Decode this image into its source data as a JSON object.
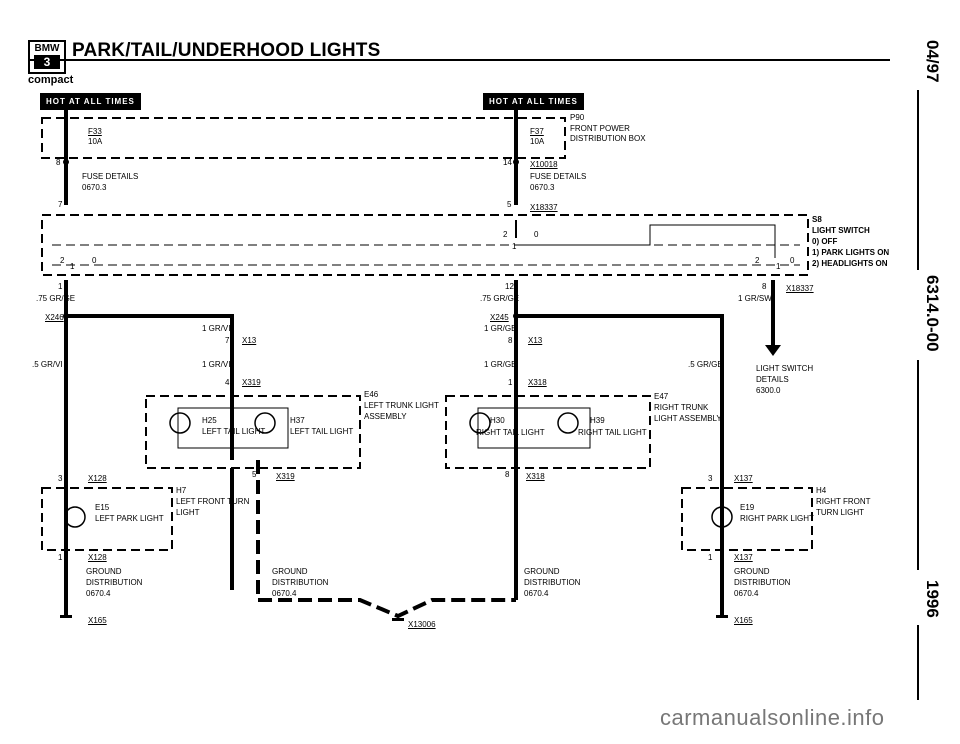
{
  "header": {
    "badge_top": "BMW",
    "badge_bottom": "3",
    "title": "PARK/TAIL/UNDERHOOD LIGHTS",
    "subtitle": "compact"
  },
  "side": {
    "date": "04/97",
    "code": "6314.0-00",
    "year": "1996"
  },
  "banners": {
    "left": "HOT AT ALL TIMES",
    "right": "HOT AT ALL TIMES"
  },
  "fuses": {
    "f33": "F33",
    "f33_rating": "10A",
    "f37": "F37",
    "f37_rating": "10A",
    "box_id": "P90",
    "box_line1": "FRONT POWER",
    "box_line2": "DISTRIBUTION BOX",
    "pin_left": "8",
    "pin_right": "14",
    "conn": "X10018",
    "fuse_details_left": "FUSE DETAILS",
    "fuse_ref_left": "0670.3",
    "fuse_details_right": "FUSE DETAILS",
    "fuse_ref_right": "0670.3"
  },
  "switch": {
    "pin7": "7",
    "pin5": "5",
    "conn_top": "X18337",
    "id": "S8",
    "name": "LIGHT SWITCH",
    "pos0": "0)  OFF",
    "pos1": "1)  PARK LIGHTS ON",
    "pos2": "2)  HEADLIGHTS ON",
    "c_left_2": "2",
    "c_left_1": "1",
    "c_left_0": "0",
    "c_mid_2": "2",
    "c_mid_1": "1",
    "c_mid_0": "0",
    "c_right_2": "2",
    "c_right_1": "1",
    "c_right_0": "0",
    "pin1": "1",
    "pin12": "12",
    "pin8": "8",
    "conn_bottom": "X18337"
  },
  "wires": {
    "left_gage": ".75 GR/GE",
    "mid_gage": ".75 GR/GE",
    "right_gage": "1 GR/SW",
    "x246": "X246",
    "x245": "X245",
    "left_branch": ".5 GR/VI",
    "gr_vi_1": "1 GR/VI",
    "gr_vi_2": "1 GR/VI",
    "gr_ge_1": "1 GR/GE",
    "gr_ge_2": "1 GR/GE",
    "right_branch": ".5 GR/GE",
    "pin7_x13": "7",
    "x13_left": "X13",
    "pin8_x13": "8",
    "x13_right": "X13",
    "pin4": "4",
    "x319_top": "X319",
    "pin1_x318": "1",
    "x318_top": "X318",
    "sw_details1": "LIGHT SWITCH",
    "sw_details2": "DETAILS",
    "sw_details3": "6300.0"
  },
  "left_trunk": {
    "id": "E46",
    "name1": "LEFT TRUNK LIGHT",
    "name2": "ASSEMBLY",
    "h25": "H25",
    "h25_name": "LEFT TAIL LIGHT",
    "h37": "H37",
    "h37_name": "LEFT TAIL LIGHT",
    "pin5": "5",
    "x319": "X319"
  },
  "right_trunk": {
    "id": "E47",
    "name1": "RIGHT TRUNK",
    "name2": "LIGHT ASSEMBLY",
    "h30": "H30",
    "h30_name": "RIGHT TAIL LIGHT",
    "h39": "H39",
    "h39_name": "RIGHT TAIL LIGHT",
    "pin8": "8",
    "x318": "X318"
  },
  "left_front": {
    "pin3": "3",
    "x128": "X128",
    "e15": "E15",
    "e15_name": "LEFT PARK LIGHT",
    "h7": "H7",
    "h7_name1": "LEFT FRONT TURN",
    "h7_name2": "LIGHT",
    "pin1": "1",
    "x128b": "X128",
    "gnd1": "GROUND",
    "gnd2": "DISTRIBUTION",
    "gnd3": "0670.4",
    "x165": "X165"
  },
  "right_front": {
    "pin3": "3",
    "x137": "X137",
    "e19": "E19",
    "e19_name": "RIGHT PARK LIGHT",
    "h4": "H4",
    "h4_name1": "RIGHT FRONT",
    "h4_name2": "TURN LIGHT",
    "pin1": "1",
    "x137b": "X137",
    "gnd1": "GROUND",
    "gnd2": "DISTRIBUTION",
    "gnd3": "0670.4",
    "x165": "X165"
  },
  "center_ground": {
    "a1": "GROUND",
    "a2": "DISTRIBUTION",
    "a3": "0670.4",
    "b1": "GROUND",
    "b2": "DISTRIBUTION",
    "b3": "0670.4",
    "x13006": "X13006"
  },
  "watermark": "carmanualsonline.info"
}
